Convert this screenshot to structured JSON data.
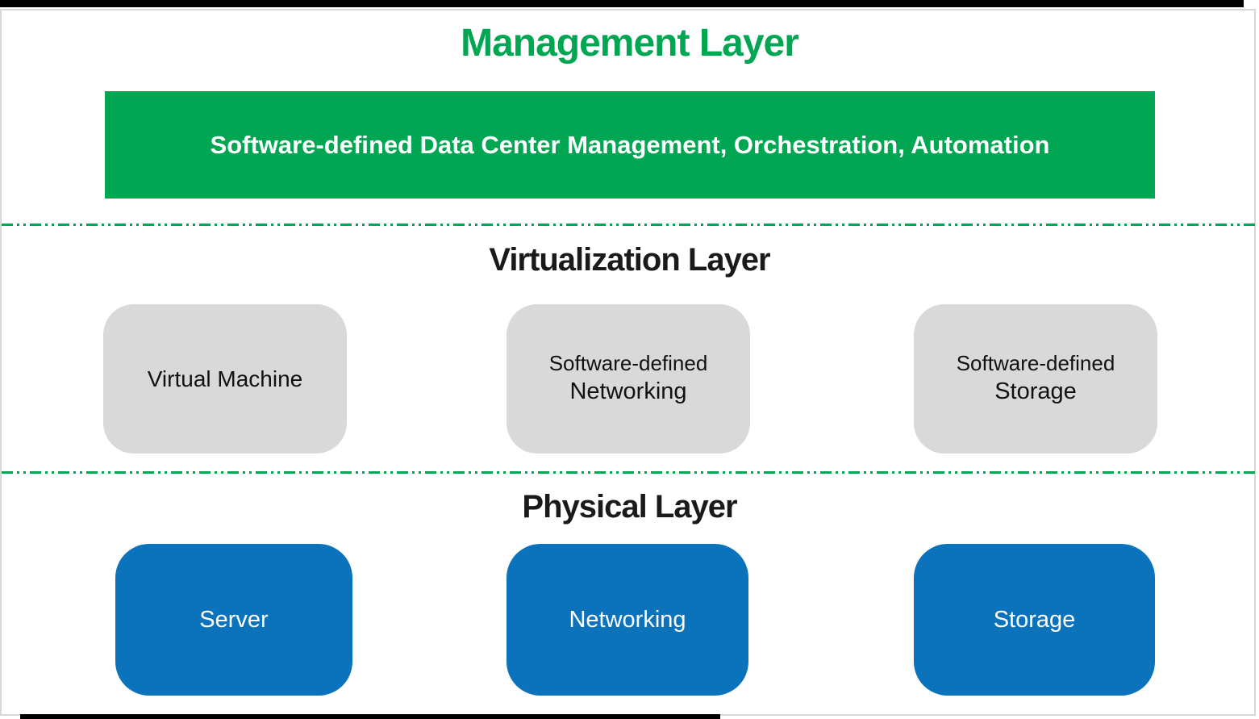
{
  "colors": {
    "accent_green": "#00a651",
    "accent_blue": "#0b72bc",
    "gray_box": "#d9d9d9",
    "frame_gray": "#d7d7d7",
    "bar_black": "#000000",
    "text_dark": "#1a1a1a",
    "text_light": "#ffffff"
  },
  "layers": {
    "management": {
      "title": "Management Layer",
      "banner": "Software-defined Data Center Management, Orchestration, Automation"
    },
    "virtualization": {
      "title": "Virtualization Layer",
      "boxes": [
        {
          "lines": [
            "Virtual Machine"
          ]
        },
        {
          "lines": [
            "Software-defined",
            "Networking"
          ]
        },
        {
          "lines": [
            "Software-defined",
            "Storage"
          ]
        }
      ]
    },
    "physical": {
      "title": "Physical Layer",
      "boxes": [
        {
          "label": "Server"
        },
        {
          "label": "Networking"
        },
        {
          "label": "Storage"
        }
      ]
    }
  }
}
